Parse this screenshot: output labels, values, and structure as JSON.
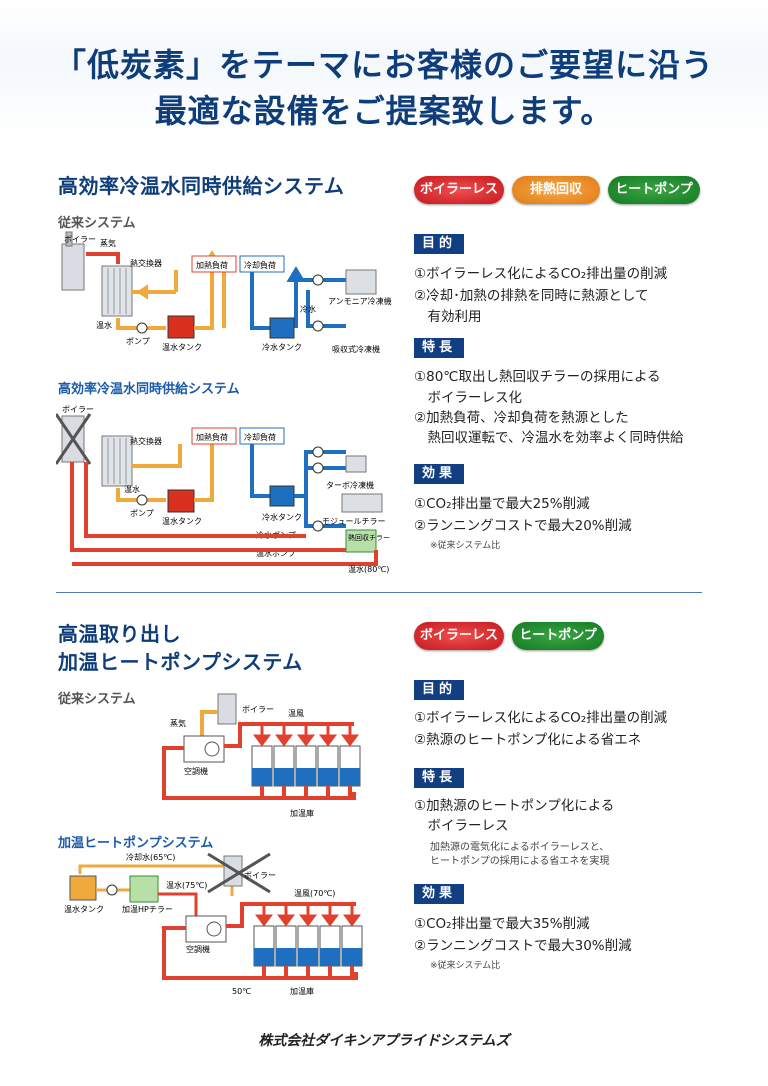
{
  "headline": {
    "line1": "「低炭素」をテーマにお客様のご要望に沿う",
    "line2": "最適な設備をご提案致します。"
  },
  "section1": {
    "title": "高効率冷温水同時供給システム",
    "badges": [
      "ボイラーレス",
      "排熱回収",
      "ヒートポンプ"
    ],
    "conventional_label": "従来システム",
    "improved_label": "高効率冷温水同時供給システム",
    "diagram_conventional": {
      "boiler": "ボイラー",
      "steam": "蒸気",
      "heat_exchanger": "熱交換器",
      "heating_load": "加熱負荷",
      "cooling_load": "冷却負荷",
      "hot_water": "温水",
      "cold_water": "冷水",
      "pump": "ポンプ",
      "hot_tank": "温水タンク",
      "cold_tank": "冷水タンク",
      "ammonia_chiller": "アンモニア冷凍機",
      "absorption_chiller": "吸収式冷凍機"
    },
    "diagram_improved": {
      "boiler": "ボイラー",
      "heat_exchanger": "熱交換器",
      "heating_load": "加熱負荷",
      "cooling_load": "冷却負荷",
      "hot_water": "温水",
      "pump": "ポンプ",
      "hot_tank": "温水タンク",
      "cold_tank": "冷水タンク",
      "turbo_chiller": "ターボ冷凍機",
      "modular_chiller": "モジュールチラー",
      "cold_pump": "冷水ポンプ",
      "hot_pump": "温水ポンプ",
      "heat_recovery_chiller": "熱回収チラー",
      "hot_water_80": "温水(80℃)"
    },
    "purpose_label": "目的",
    "purpose": [
      "①ボイラーレス化によるCO₂排出量の削減",
      "②冷却･加熱の排熱を同時に熱源として",
      "　有効利用"
    ],
    "feature_label": "特長",
    "feature": [
      "①80℃取出し熱回収チラーの採用による",
      "　ボイラーレス化",
      "②加熱負荷、冷却負荷を熱源とした",
      "　熱回収運転で、冷温水を効率よく同時供給"
    ],
    "effect_label": "効果",
    "effect": [
      "①CO₂排出量で最大25%削減",
      "②ランニングコストで最大20%削減"
    ],
    "note": "※従来システム比"
  },
  "section2": {
    "title_line1": "高温取り出し",
    "title_line2": "加温ヒートポンプシステム",
    "badges": [
      "ボイラーレス",
      "ヒートポンプ"
    ],
    "conventional_label": "従来システム",
    "improved_label": "加温ヒートポンプシステム",
    "diagram_conventional": {
      "boiler": "ボイラー",
      "steam": "蒸気",
      "hot_air": "温風",
      "air_handler": "空調機",
      "warming_room": "加温庫"
    },
    "diagram_improved": {
      "drain_water": "冷却水(65℃)",
      "hot_water_75": "温水(75℃)",
      "boiler": "ボイラー",
      "hot_air_70": "温風(70℃)",
      "hot_tank": "温水タンク",
      "hp_chiller": "加温HPチラー",
      "air_handler": "空調機",
      "temp_50": "50℃",
      "warming_room": "加温庫"
    },
    "purpose_label": "目的",
    "purpose": [
      "①ボイラーレス化によるCO₂排出量の削減",
      "②熱源のヒートポンプ化による省エネ"
    ],
    "feature_label": "特長",
    "feature": [
      "①加熱源のヒートポンプ化による",
      "　ボイラーレス"
    ],
    "feature_note": [
      "加熱源の電気化によるボイラーレスと、",
      "ヒートポンプの採用による省エネを実現"
    ],
    "effect_label": "効果",
    "effect": [
      "①CO₂排出量で最大35%削減",
      "②ランニングコストで最大30%削減"
    ],
    "note": "※従来システム比"
  },
  "footer": "株式会社ダイキンアプライドシステムズ",
  "colors": {
    "navy": "#123f82",
    "title_blue": "#0f3d7a",
    "hot": "#e0412f",
    "warm": "#f0a93c",
    "cold": "#1f6fc1"
  }
}
